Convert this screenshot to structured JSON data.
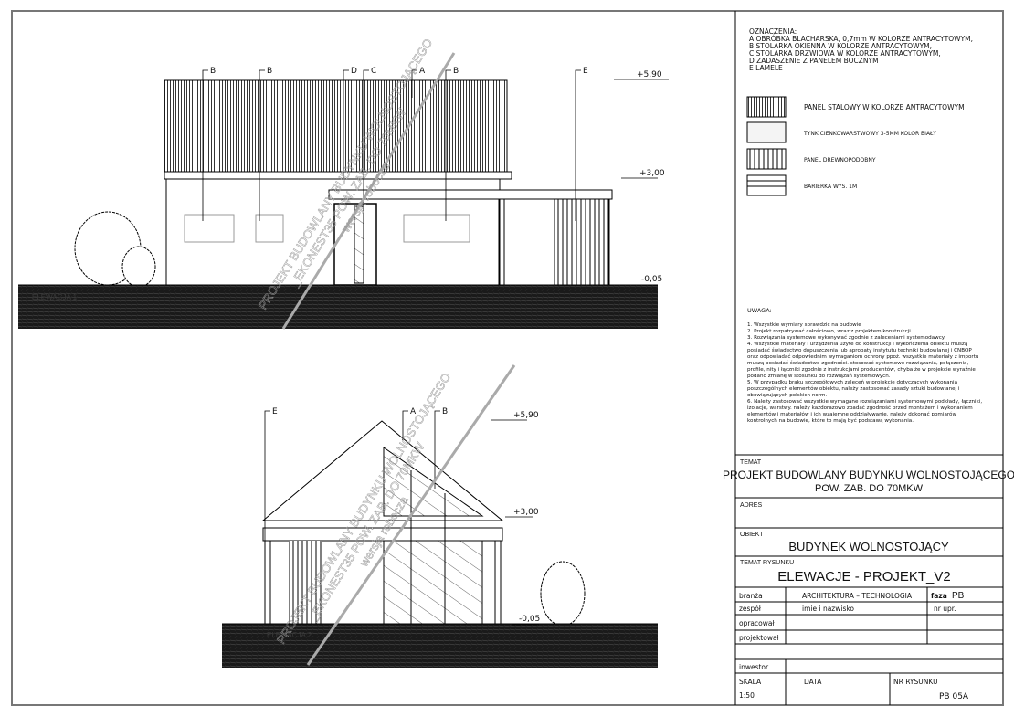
{
  "legend": {
    "title": "OZNACZENIA:",
    "items": [
      "A OBRÓBKA BLACHARSKA, 0,7mm W KOLORZE ANTRACYTOWYM,",
      "B STOLARKA OKIENNA W KOLORZE ANTRACYTOWYM,",
      "C STOLARKA DRZWIOWA W KOLORZE ANTRACYTOWYM,",
      "D ZADASZENIE Z PANELEM BOCZNYM",
      "E LAMELE"
    ],
    "materials": [
      "PANEL STALOWY W KOLORZE ANTRACYTOWYM",
      "TYNK CIENKOWARSTWOWY 3-5MM KOLOR BIAŁY",
      "PANEL DREWNOPODOBNY",
      "BARIERKA WYS. 1M"
    ]
  },
  "notes": {
    "title": "UWAGA:",
    "lines": [
      "1. Wszystkie wymiary sprawdzić na budowie",
      "2. Projekt rozpatrywać całościowo, wraz z projektem konstrukcji",
      "3. Rozwiązania systemowe wykonywać zgodnie z zaleceniami systemodawcy.",
      "4. Wszystkie materiały i urządzenia użyte do konstrukcji i wykończenia obiektu muszą",
      "posiadać świadectwo dopuszczenia lub aprobaty instytutu techniki budowlanej i CNBOP",
      "oraz odpowiadać odpowiednim wymaganiom ochrony ppoż. wszystkie materiały z importu",
      "muszą posiadać świadectwo zgodności. stosować systemowe rozwiązania, połączenia,",
      "profile, nity i łączniki zgodnie z instrukcjami producentów, chyba że w projekcie wyraźnie",
      "podano zmianę w stosunku do rozwiązań systemowych.",
      "5. W przypadku braku szczegółowych zaleceń w projekcie dotyczących wykonania",
      "poszczególnych elementów obiektu, należy zastosować zasady sztuki budowlanej i",
      "obowiązujących polskich norm.",
      "6. Należy zastosować wszystkie wymagane rozwiązaniami systemowymi podkłady, łączniki,",
      "izolacje, warstwy. należy każdorazowo zbadać zgodność przed montażem i wykonaniem",
      "elementów i materiałów i ich wzajemne oddziaływanie. należy dokonać pomiarów",
      "kontrolnych na budowie, które to mają być podstawą wykonania."
    ]
  },
  "title_block": {
    "temat_label": "TEMAT",
    "temat_line1": "PROJEKT BUDOWLANY BUDYNKU WOLNOSTOJĄCEGO",
    "temat_line2": "POW. ZAB. DO 70MKW",
    "adres_label": "ADRES",
    "obiekt_label": "OBIEKT",
    "obiekt_value": "BUDYNEK WOLNOSTOJĄCY",
    "temat_rysunku_label": "TEMAT RYSUNKU",
    "temat_rysunku_value": "ELEWACJE - PROJEKT_V2",
    "branza_label": "branża",
    "branza_value": "ARCHITEKTURA – TECHNOLOGIA",
    "faza_label": "faza",
    "faza_value": "PB",
    "zespol_label": "zespół",
    "zespol_value": "imie i nazwisko",
    "nr_upr_label": "nr upr.",
    "opracowal_label": "opracował",
    "projektowal_label": "projektował",
    "inwestor_label": "inwestor",
    "skala_label": "SKALA",
    "skala_value": "1:50",
    "data_label": "DATA",
    "nr_rysunku_label": "NR RYSUNKU",
    "nr_rysunku_value": "PB 05A"
  },
  "elevation_1": {
    "name": "ELEWACJA 1",
    "tags": [
      "B",
      "B",
      "D",
      "C",
      "A",
      "B",
      "E"
    ],
    "levels": [
      "+5,90",
      "+3,00",
      "-0,05"
    ]
  },
  "elevation_2": {
    "name": "ELEWACJA 2",
    "tags": [
      "E",
      "A",
      "B"
    ],
    "levels": [
      "+5,90",
      "+3,00",
      "-0,05"
    ]
  },
  "watermark": {
    "line1": "PROJEKT BUDOWLANY BUDYNKU WOLNOSTOJĄCEGO",
    "line2": "_EKONEST35 POW. ZAB. DO 70MKW",
    "line3": "wersja robocza"
  }
}
